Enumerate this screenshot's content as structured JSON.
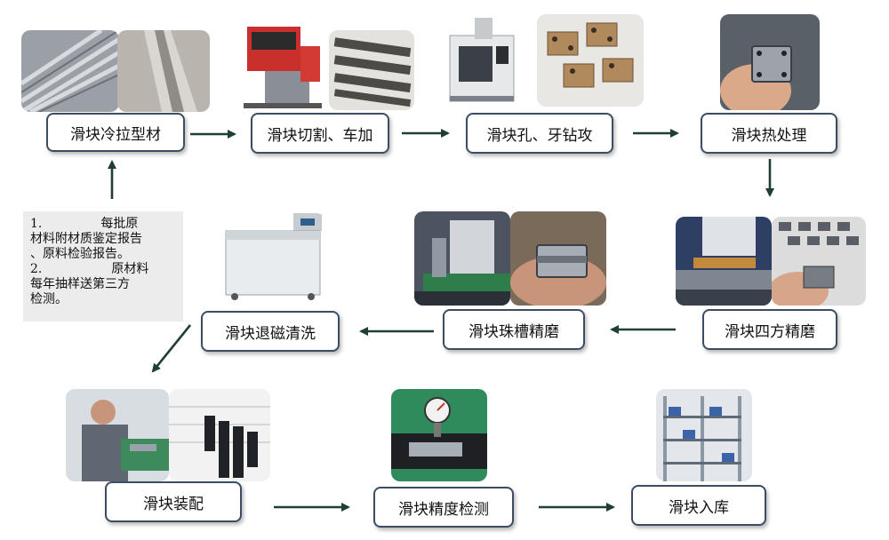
{
  "steps": [
    {
      "label": "滑块冷拉型材"
    },
    {
      "label": "滑块切割、车加"
    },
    {
      "label": "滑块孔、牙钻攻"
    },
    {
      "label": "滑块热处理"
    },
    {
      "label": "滑块四方精磨"
    },
    {
      "label": "滑块珠槽精磨"
    },
    {
      "label": "滑块退磁清洗"
    },
    {
      "label": "滑块装配"
    },
    {
      "label": "滑块精度检测"
    },
    {
      "label": "滑块入库"
    }
  ],
  "note": {
    "line1_num": "1.",
    "line1_text": "每批原",
    "line2": "材料附材质鉴定报告",
    "line3": "、原料检验报告。",
    "line4_num": "2.",
    "line4_text": "原材料",
    "line5": "每年抽样送第三方",
    "line6": "检测。"
  },
  "colors": {
    "arrow": "#1f4031",
    "box_border": "#3a4d63",
    "note_bg": "#ececec"
  }
}
